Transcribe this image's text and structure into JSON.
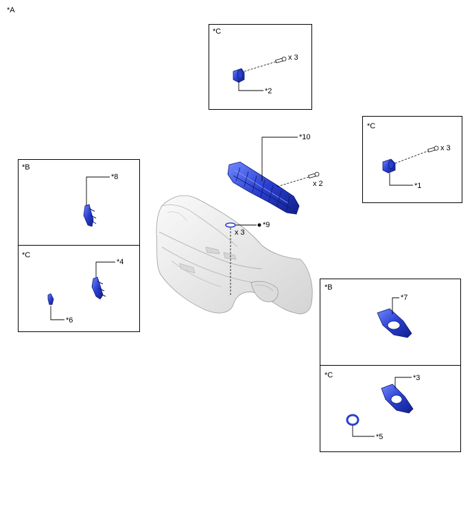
{
  "view_label": "*A",
  "boxes": {
    "top_c": "*C",
    "right_c": "*C",
    "left_b": "*B",
    "left_c": "*C",
    "right_b": "*B",
    "right_lower_c": "*C"
  },
  "callouts": {
    "p1": "*1",
    "p2": "*2",
    "p3": "*3",
    "p4": "*4",
    "p5": "*5",
    "p6": "*6",
    "p7": "*7",
    "p8": "*8",
    "p9": "*9",
    "p10": "*10"
  },
  "quantities": {
    "screws_top": "x 3",
    "screws_right": "x 3",
    "screws_grille": "x 2",
    "clips_bumper": "x 3"
  },
  "colors": {
    "part_blue": "#2a3fd0",
    "part_blue_dark": "#101f8a",
    "part_blue_light": "#6f86ff",
    "bumper_light": "#f2f2f2",
    "bumper_shade": "#c9c9c9",
    "line": "#000000"
  }
}
